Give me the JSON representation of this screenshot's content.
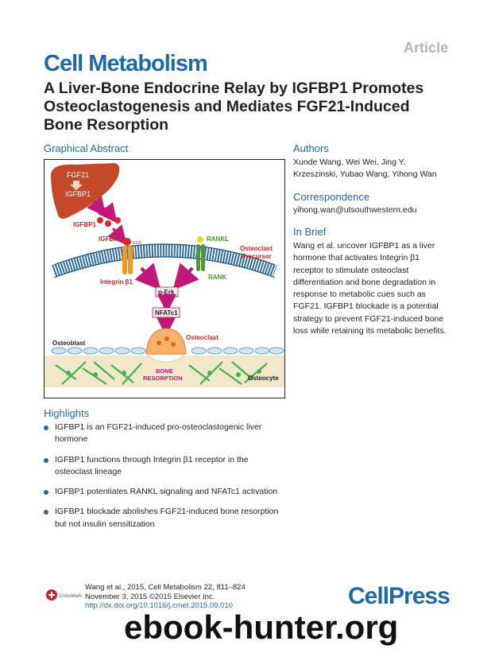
{
  "header": {
    "article_tag": "Article",
    "journal": "Cell Metabolism",
    "title_lines": [
      "A Liver-Bone Endocrine Relay by IGFBP1 Promotes",
      "Osteoclastogenesis and Mediates FGF21-Induced",
      "Bone Resorption"
    ]
  },
  "graphical_abstract": {
    "heading": "Graphical Abstract",
    "labels": {
      "fgf21": "FGF21",
      "igfbp1_liver": "IGFBP1",
      "igfbp1_blood": "IGFBP1",
      "igfbp1_receptor": "IGFBP1",
      "rgd": "RGD",
      "integrin": "Integrin β1",
      "rankl": "RANKL",
      "rank": "RANK",
      "precursor_line1": "Osteoclast",
      "precursor_line2": "Precursor",
      "perk": "p-Erk",
      "nfatc1": "NFATc1",
      "osteoblast": "Osteoblast",
      "osteoclast": "Osteoclast",
      "resorption_line1": "BONE",
      "resorption_line2": "RESORPTION",
      "osteocyte": "Osteocyte"
    },
    "colors": {
      "liver": "#c5482a",
      "label_red": "#c1272d",
      "arrow": "#c1187a",
      "membrane": "#2e6e9e",
      "integrin": "#f29a1f",
      "rank": "#4b9a2a",
      "bone": "#f2e7c9",
      "osteocyte": "#3db34a"
    }
  },
  "authors": {
    "heading": "Authors",
    "lines": [
      "Xunde Wang, Wei Wei, Jing Y.",
      "Krzeszinski, Yubao Wang, Yihong Wan"
    ]
  },
  "correspondence": {
    "heading": "Correspondence",
    "email": "yihong.wan@utsouthwestern.edu"
  },
  "in_brief": {
    "heading": "In Brief",
    "lines": [
      "Wang et al. uncover IGFBP1 as a liver",
      "hormone that activates Integrin β1",
      "receptor to stimulate osteoclast",
      "differentiation and bone degradation in",
      "response to metabolic cues such as",
      "FGF21. IGFBP1 blockade is a potential",
      "strategy to prevent FGF21-induced bone",
      "loss while retaining its metabolic benefits."
    ]
  },
  "highlights": {
    "heading": "Highlights",
    "items": [
      [
        "IGFBP1 is an FGF21-induced pro-osteoclastogenic liver",
        "hormone"
      ],
      [
        "IGFBP1 functions through Integrin β1 receptor in the",
        "osteoclast lineage"
      ],
      [
        "IGFBP1 potentiates RANKL signaling and NFATc1 activation"
      ],
      [
        "IGFBP1 blockade abolishes FGF21-induced bone resorption",
        "but not insulin sensitization"
      ]
    ]
  },
  "footer": {
    "citation": "Wang et al., 2015, Cell Metabolism 22, 811–824",
    "date": "November 3, 2015 ©2015 Elsevier Inc.",
    "doi": "http://dx.doi.org/10.1016/j.cmet.2015.09.010",
    "crossmark": "CrossMark",
    "publisher": "CellPress",
    "watermark": "ebook-hunter.org"
  }
}
